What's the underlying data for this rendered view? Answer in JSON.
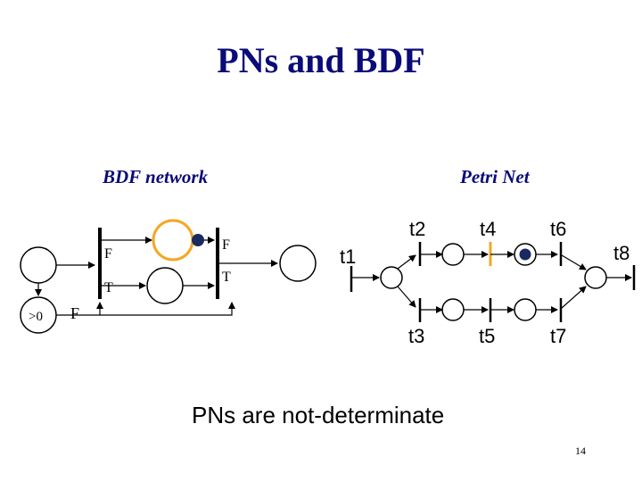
{
  "slide": {
    "title": "PNs and BDF",
    "note": "PNs are not-determinate",
    "page_number": "14"
  },
  "bdf": {
    "label": "BDF network",
    "switch_port_false": "F",
    "switch_port_true": "T",
    "select_port_false": "F",
    "select_port_true": "T",
    "control_port": "F",
    "test_label": ">0"
  },
  "petri": {
    "label": "Petri Net",
    "transitions": [
      "t1",
      "t2",
      "t3",
      "t4",
      "t5",
      "t6",
      "t7",
      "t8"
    ]
  },
  "colors": {
    "title": "#0a0a78",
    "highlight": "#f5a623",
    "line": "#000000",
    "token": "#1a2a60"
  }
}
